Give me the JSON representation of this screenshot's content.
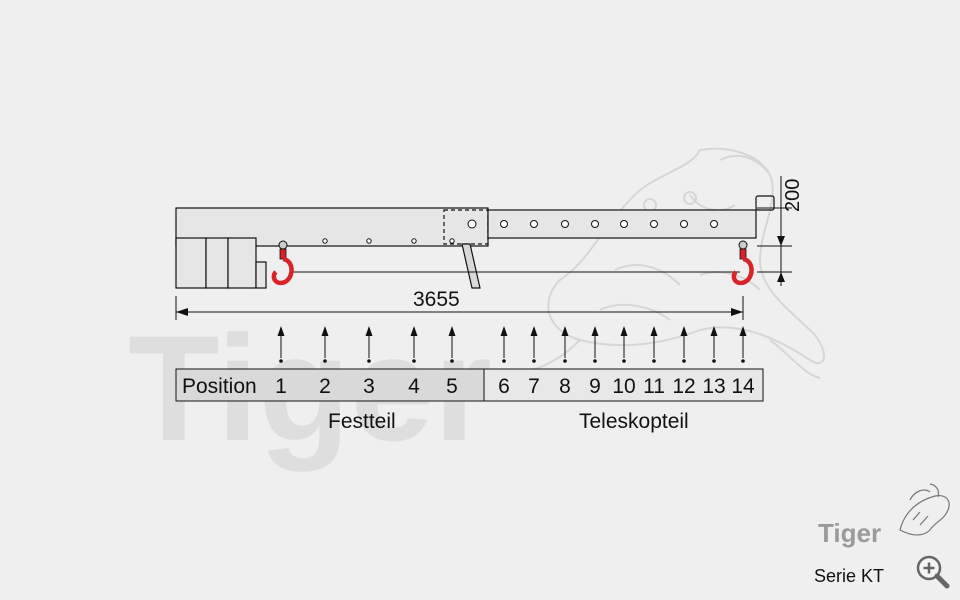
{
  "diagram": {
    "length_dimension": "3655",
    "height_dimension": "200",
    "position_label": "Position",
    "positions": [
      "1",
      "2",
      "3",
      "4",
      "5",
      "6",
      "7",
      "8",
      "9",
      "10",
      "11",
      "12",
      "13",
      "14"
    ],
    "section_fixed": "Festteil",
    "section_telescopic": "Teleskopteil"
  },
  "watermark": {
    "brand_text": "Tiger"
  },
  "logo": {
    "brand_text": "Tiger"
  },
  "footer": {
    "series": "Serie KT"
  },
  "colors": {
    "background": "#efefef",
    "line": "#111111",
    "beam_fill": "#e6e6e6",
    "table_fill": "#d9d9d9",
    "hook": "#d8232a",
    "watermark": "#dcdcdc",
    "logo_text": "#9a9a9a"
  },
  "icons": {
    "zoom": "zoom-in-icon",
    "hook": "crane-hook-icon",
    "arrow": "arrow-up-icon"
  }
}
